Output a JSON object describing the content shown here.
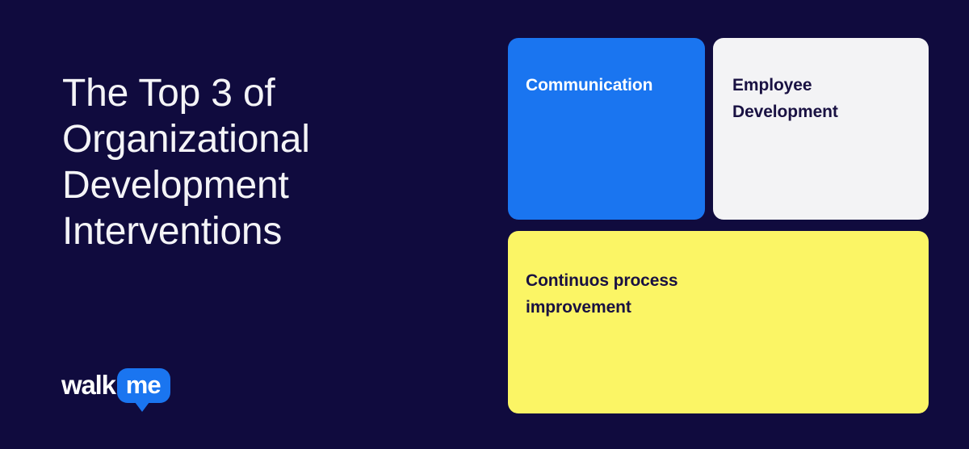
{
  "page": {
    "background_color": "#100b3e",
    "headline": "The Top 3 of\nOrganizational\nDevelopment\nInterventions"
  },
  "brand": {
    "logo_name": "walkme-logo",
    "word_mark": "walk",
    "bubble_mark": "me",
    "bubble_color": "#1a75f0",
    "word_mark_color": "#ffffff"
  },
  "cards": [
    {
      "id": "communication",
      "label": "Communication",
      "background_color": "#1a75f0",
      "text_color": "#ffffff"
    },
    {
      "id": "employee-development",
      "label": "Employee\nDevelopment",
      "background_color": "#f3f3f5",
      "text_color": "#191142"
    },
    {
      "id": "continuous-improvement",
      "label": "Continuos process\nimprovement",
      "background_color": "#fbf565",
      "text_color": "#191142"
    }
  ]
}
